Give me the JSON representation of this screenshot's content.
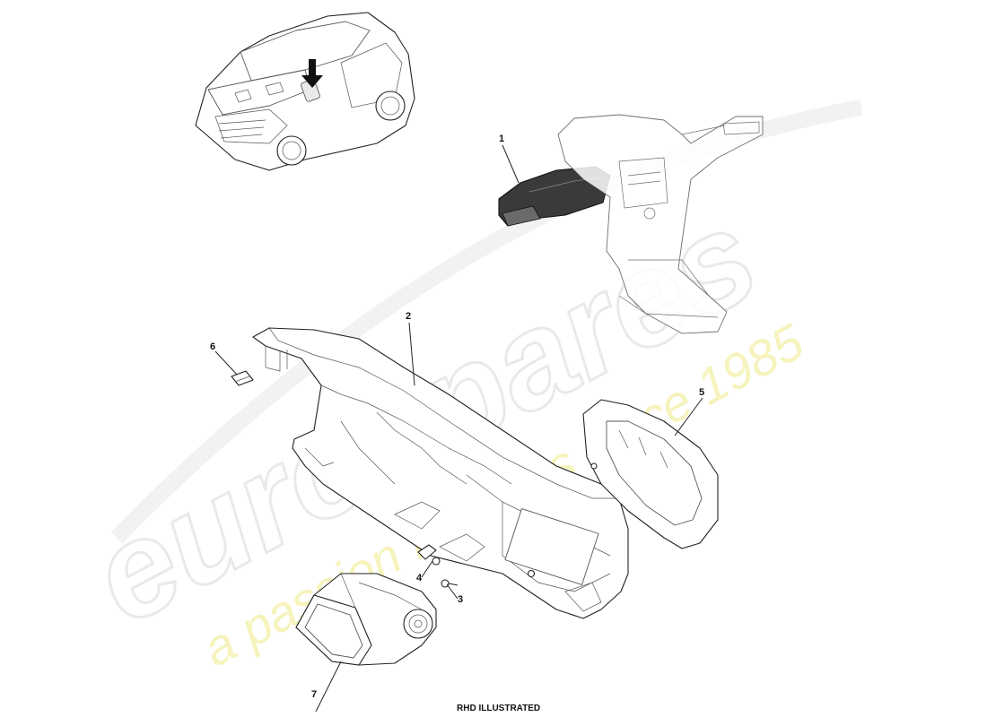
{
  "watermark": {
    "brand": "eurospares",
    "tagline": "a passion for parts since 1985"
  },
  "callouts": [
    {
      "id": "1",
      "label": "1"
    },
    {
      "id": "2",
      "label": "2"
    },
    {
      "id": "3",
      "label": "3"
    },
    {
      "id": "4",
      "label": "4"
    },
    {
      "id": "5",
      "label": "5"
    },
    {
      "id": "6",
      "label": "6"
    },
    {
      "id": "7",
      "label": "7"
    }
  ],
  "caption": "RHD ILLUSTRATED",
  "colors": {
    "line": "#222222",
    "watermark_outline": "#dcdcdc",
    "watermark_tagline": "#f2ee9a",
    "highlight_part": "#3a3a3a"
  },
  "icons": {
    "locator_arrow": "down-arrow-icon"
  }
}
